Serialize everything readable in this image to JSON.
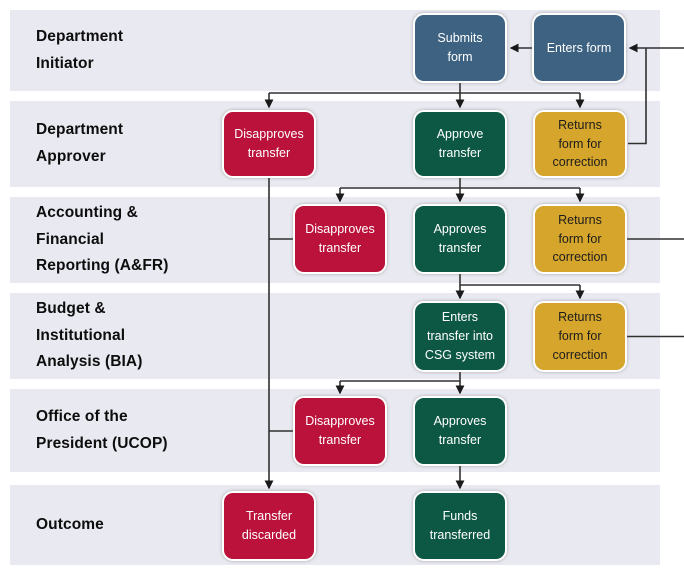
{
  "diagram": {
    "type": "swimlane-flowchart",
    "subject": "Transfer form approval process"
  },
  "colors": {
    "lane_background": "#e9eaf1",
    "node_blue": "#3d6282",
    "node_green": "#0d5844",
    "node_red": "#bb123b",
    "node_gold": "#d5a52c",
    "connector": "#303030",
    "lane_text": "#0d0d0d"
  },
  "lanes": [
    {
      "label": "Department\nInitiator"
    },
    {
      "label": "Department\nApprover"
    },
    {
      "label": "Accounting &\nFinancial\nReporting (A&FR)"
    },
    {
      "label": "Budget &\nInstitutional\nAnalysis (BIA)"
    },
    {
      "label": "Office of the\nPresident (UCOP)"
    },
    {
      "label": "Outcome"
    }
  ],
  "nodes": {
    "submits_form": "Submits\nform",
    "enters_form": "Enters form",
    "dept_disapproves": "Disapproves\ntransfer",
    "dept_approve": "Approve\ntransfer",
    "dept_returns": "Returns\nform for\ncorrection",
    "afr_disapproves": "Disapproves\ntransfer",
    "afr_approves": "Approves\ntransfer",
    "afr_returns": "Returns\nform for\ncorrection",
    "bia_enters_csg": "Enters\ntransfer into\nCSG system",
    "bia_returns": "Returns\nform for\ncorrection",
    "ucop_disapproves": "Disapproves\ntransfer",
    "ucop_approves": "Approves\ntransfer",
    "transfer_discarded": "Transfer\ndiscarded",
    "funds_transferred": "Funds\ntransferred"
  }
}
